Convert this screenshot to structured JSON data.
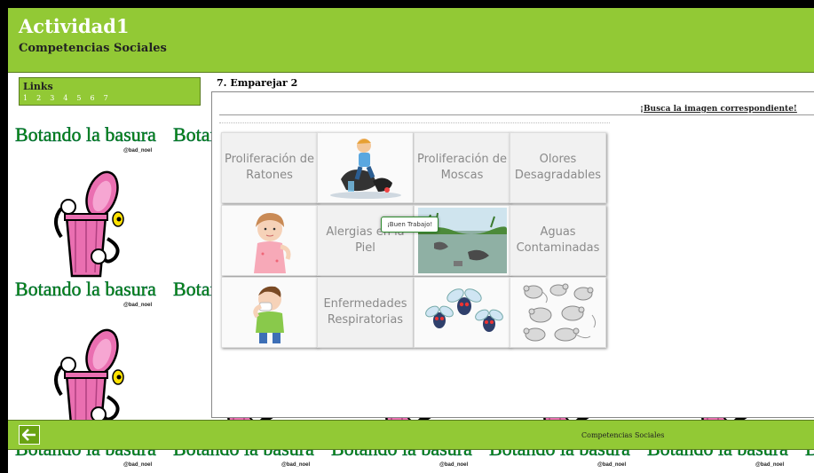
{
  "header": {
    "title": "Actividad1",
    "subtitle": "Competencias Sociales"
  },
  "links": {
    "label": "Links",
    "pages": [
      "1",
      "2",
      "3",
      "4",
      "5",
      "6",
      "7"
    ]
  },
  "activity": {
    "title": "7. Emparejar 2",
    "hint": "¡Busca la imagen correspondiente!"
  },
  "cards": [
    {
      "type": "text",
      "text": "Proliferación de Ratones"
    },
    {
      "type": "image",
      "icon": "boy-trash-image"
    },
    {
      "type": "text",
      "text": "Proliferación de Moscas"
    },
    {
      "type": "text",
      "text": "Olores Desagradables"
    },
    {
      "type": "image",
      "icon": "girl-itching-image"
    },
    {
      "type": "text",
      "text": "Alergias en la Piel"
    },
    {
      "type": "image",
      "icon": "polluted-water-image"
    },
    {
      "type": "text",
      "text": "Aguas Contaminadas"
    },
    {
      "type": "image",
      "icon": "boy-coughing-image"
    },
    {
      "type": "text",
      "text": "Enfermedades Respiratorias"
    },
    {
      "type": "image",
      "icon": "flies-image"
    },
    {
      "type": "image",
      "icon": "rats-image"
    }
  ],
  "tooltip": "¡Buen Trabajo!",
  "footer": {
    "text": "Competencias Sociales",
    "back_icon": "arrow-left-icon"
  },
  "background": {
    "caption": "Botando la basura",
    "credit": "@bad_noel"
  },
  "colors": {
    "header_green": "#92c935",
    "caption_green": "#0b8a0b",
    "can_pink": "#ea6fb1"
  }
}
